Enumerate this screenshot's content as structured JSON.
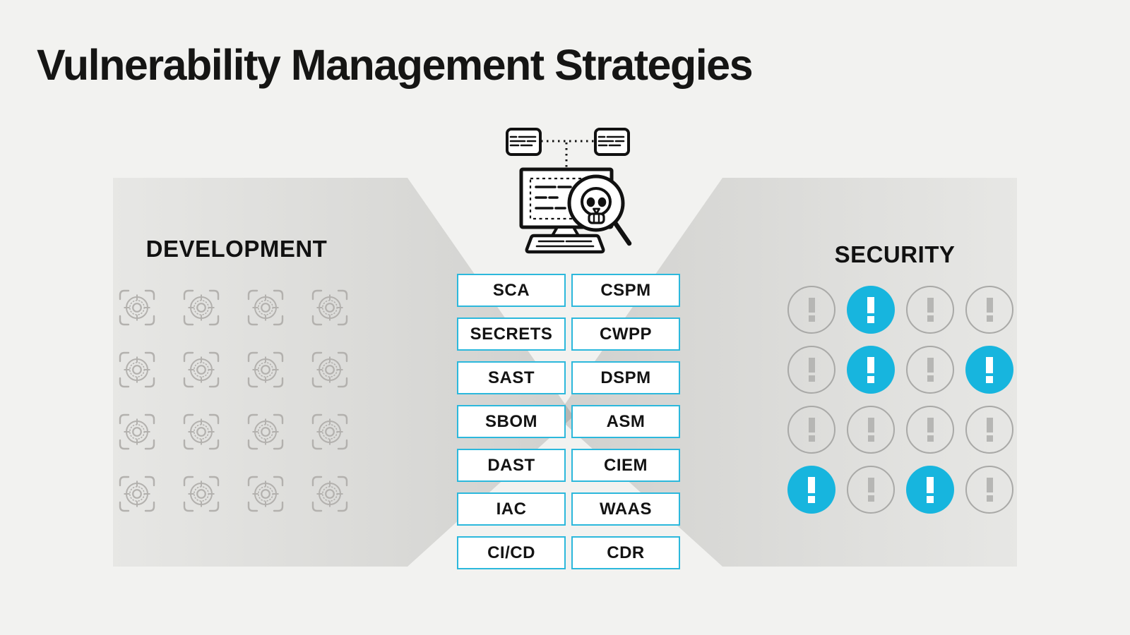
{
  "title": "Vulnerability Management Strategies",
  "development": {
    "heading": "DEVELOPMENT",
    "grid": {
      "rows": 4,
      "cols": 4,
      "icon": "target-scope-icon"
    }
  },
  "security": {
    "heading": "SECURITY",
    "icon": "exclamation-circle-icon",
    "pattern": [
      [
        0,
        1,
        0,
        0
      ],
      [
        0,
        1,
        0,
        1
      ],
      [
        0,
        0,
        0,
        0
      ],
      [
        1,
        0,
        1,
        0
      ]
    ]
  },
  "center": {
    "illustration": "monitor-with-skull-magnifier-and-linked-cards",
    "left_column": [
      "SCA",
      "SECRETS",
      "SAST",
      "SBOM",
      "DAST",
      "IAC",
      "CI/CD"
    ],
    "right_column": [
      "CSPM",
      "CWPP",
      "DSPM",
      "ASM",
      "CIEM",
      "WAAS",
      "CDR"
    ]
  },
  "colors": {
    "accent_cyan": "#17b5de",
    "box_border": "#2cb8dc",
    "circle_gray": "#a9a9a7",
    "mark_gray": "#b6b6b4",
    "icon_gray": "#b3b1ae",
    "background": "#f2f2f0",
    "ink": "#111111"
  }
}
